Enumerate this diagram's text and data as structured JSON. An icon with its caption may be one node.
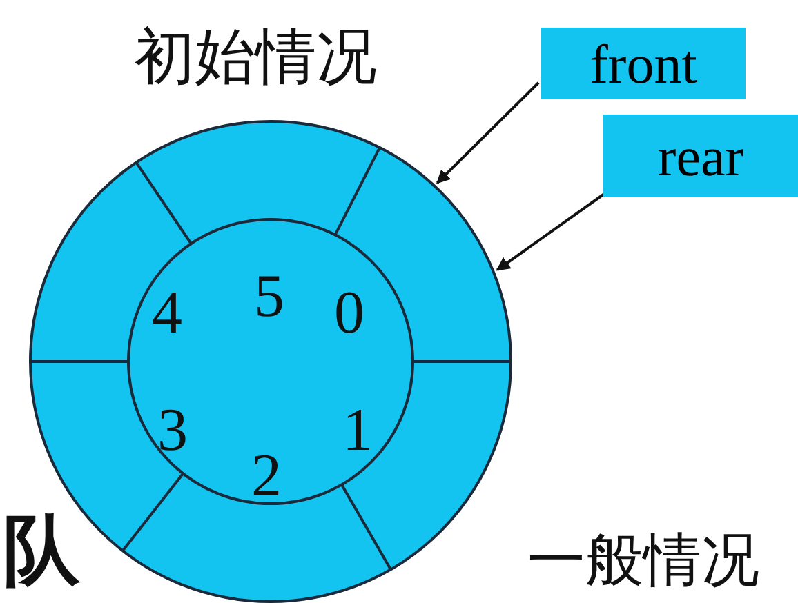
{
  "diagram": {
    "nodes": [
      {
        "text": [
          "front"
        ]
      },
      {
        "text": [
          "rear"
        ]
      },
      {
        "text": [],
        "shape": "circle"
      }
    ],
    "edges": [
      {
        "from": 0,
        "to": 2,
        "arrow": "to"
      },
      {
        "from": 1,
        "to": 2,
        "arrow": "to"
      }
    ],
    "labels": [
      "初始情况",
      "4",
      "5",
      "0",
      "3",
      "1",
      "2",
      "队",
      "一般情况"
    ]
  }
}
